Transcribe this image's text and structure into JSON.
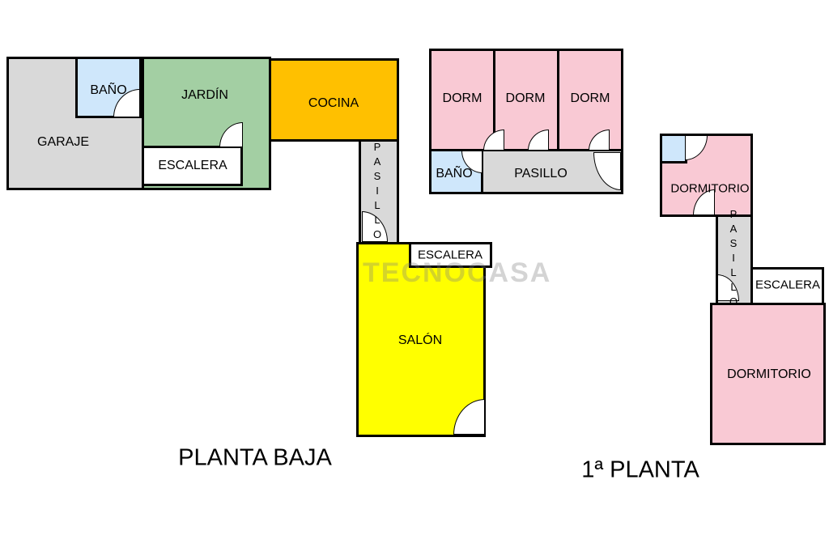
{
  "watermark": {
    "text": "TECNOCASA"
  },
  "colors": {
    "wall": "#000000",
    "garage_gray": "#d9d9d9",
    "bath_blue": "#cfe7fb",
    "garden_green": "#a3cfa3",
    "kitchen_orange": "#ffc000",
    "living_yellow": "#ffff00",
    "bedroom_pink": "#f9c9d4",
    "room_white": "#ffffff"
  },
  "ground_floor": {
    "title": "PLANTA BAJA",
    "rooms": {
      "garaje": {
        "label": "GARAJE"
      },
      "bano": {
        "label": "BAÑO"
      },
      "jardin": {
        "label": "JARDÍN"
      },
      "escalera": {
        "label": "ESCALERA"
      },
      "cocina": {
        "label": "COCINA"
      },
      "pasillo": {
        "label": "PASILLO"
      },
      "salon": {
        "label": "SALÓN"
      },
      "escalera_salon": {
        "label": "ESCALERA"
      }
    }
  },
  "first_floor": {
    "title": "1ª PLANTA",
    "rooms": {
      "dorm_1": {
        "label": "DORM"
      },
      "dorm_2": {
        "label": "DORM"
      },
      "dorm_3": {
        "label": "DORM"
      },
      "bano": {
        "label": "BAÑO"
      },
      "pasillo": {
        "label": "PASILLO"
      },
      "dormitorio_top": {
        "label": "DORMITORIO"
      },
      "pasillo_vertical": {
        "label": "PASILLO"
      },
      "escalera": {
        "label": "ESCALERA"
      },
      "dormitorio_bottom": {
        "label": "DORMITORIO"
      }
    }
  }
}
